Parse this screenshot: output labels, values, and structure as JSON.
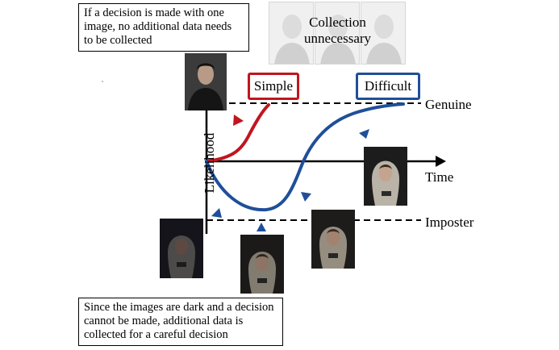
{
  "notes": {
    "top": "If a decision is made with one image, no additional data needs to be collected",
    "bottom": "Since the images are dark and a decision cannot be made, additional data is collected for a careful decision"
  },
  "collection": {
    "text_line1": "Collection",
    "text_line2": "unnecessary"
  },
  "tags": {
    "simple": "Simple",
    "difficult": "Difficult"
  },
  "labels": {
    "genuine": "Genuine",
    "imposter": "Imposter",
    "time": "Time",
    "likelihood": "Likelihood"
  },
  "colors": {
    "simple_curve": "#c0161f",
    "difficult_curve": "#1f4f99"
  }
}
